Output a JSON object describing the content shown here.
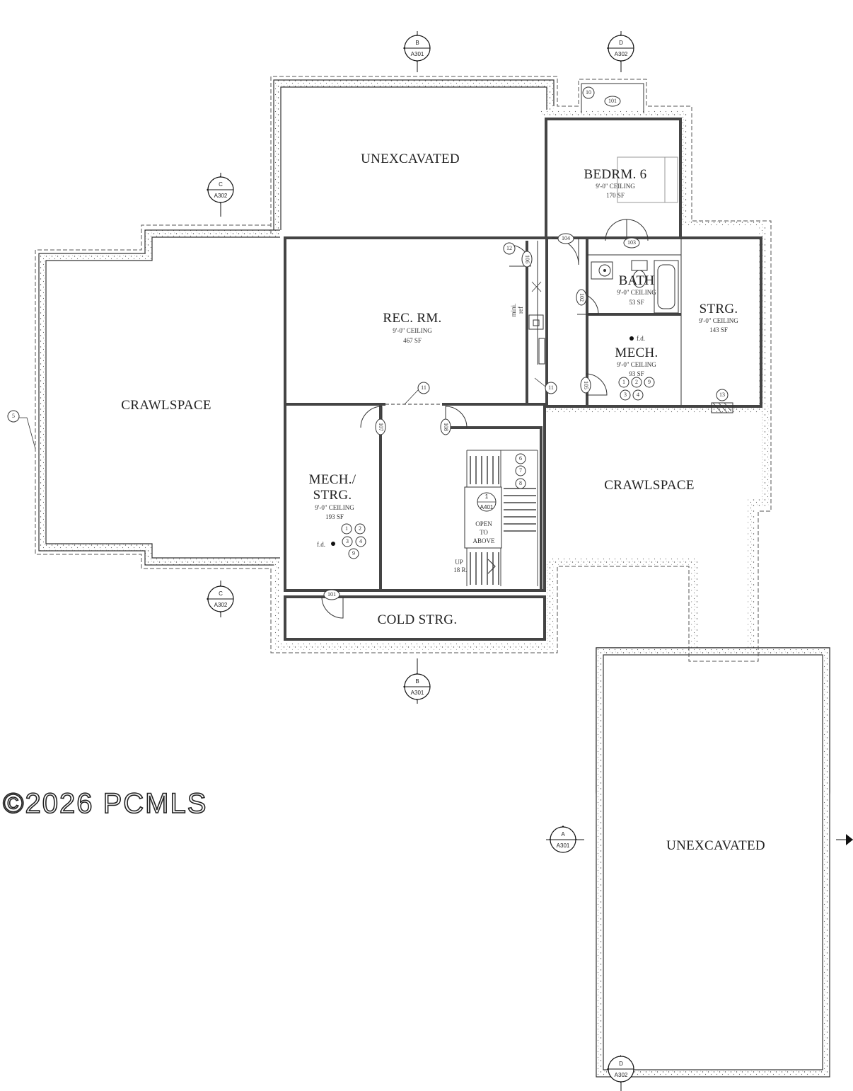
{
  "rooms": {
    "unexcavated_top": {
      "name": "UNEXCAVATED"
    },
    "bedroom6": {
      "name": "BEDRM. 6",
      "ceiling": "9'-0\" CEILING",
      "area": "170 SF"
    },
    "rec_room": {
      "name": "REC. RM.",
      "ceiling": "9'-0\" CEILING",
      "area": "467 SF"
    },
    "bath": {
      "name": "BATH",
      "ceiling": "9'-0\" CEILING",
      "area": "53 SF"
    },
    "storage": {
      "name": "STRG.",
      "ceiling": "9'-0\" CEILING",
      "area": "143 SF"
    },
    "mech": {
      "name": "MECH.",
      "ceiling": "9'-0\" CEILING",
      "area": "93 SF",
      "floor_drain": "f.d."
    },
    "crawlspace_left": {
      "name": "CRAWLSPACE"
    },
    "crawlspace_right": {
      "name": "CRAWLSPACE"
    },
    "mech_storage": {
      "name_line1": "MECH./",
      "name_line2": "STRG.",
      "ceiling": "9'-0\" CEILING",
      "area": "193 SF",
      "floor_drain": "f.d."
    },
    "cold_storage": {
      "name": "COLD STRG."
    },
    "unexcavated_bottom": {
      "name": "UNEXCAVATED"
    }
  },
  "stair": {
    "open_line1": "OPEN",
    "open_line2": "TO",
    "open_line3": "ABOVE",
    "up_line1": "UP",
    "up_line2": "18 R.",
    "detail_num": "1",
    "detail_sheet": "A401"
  },
  "fixtures": {
    "mini_ref_line1": "mini.",
    "mini_ref_line2": "ref"
  },
  "section_markers": {
    "b_top": {
      "letter": "B",
      "sheet": "A301"
    },
    "d_top": {
      "letter": "D",
      "sheet": "A302"
    },
    "c_upper": {
      "letter": "C",
      "sheet": "A302"
    },
    "c_lower": {
      "letter": "C",
      "sheet": "A302"
    },
    "b_bottom": {
      "letter": "B",
      "sheet": "A301"
    },
    "a_right": {
      "letter": "A",
      "sheet": "A301"
    },
    "d_bottom": {
      "letter": "D",
      "sheet": "A302"
    }
  },
  "door_tags": {
    "d101_top": "101",
    "d101_bottom": "101",
    "d102": "102",
    "d103": "103",
    "d104": "104",
    "d105": "105",
    "d106": "106",
    "d107": "107",
    "d108": "108"
  },
  "keynotes": {
    "k10": "10",
    "k12": "12",
    "k11a": "11",
    "k11b": "11",
    "k13": "13",
    "k5": "5",
    "mech_group": [
      "1",
      "2",
      "9",
      "3",
      "4"
    ],
    "mechstrg_group": [
      "1",
      "2",
      "3",
      "4",
      "9"
    ],
    "stair_group": [
      "6",
      "7",
      "8"
    ]
  },
  "watermark": "©2026 PCMLS"
}
